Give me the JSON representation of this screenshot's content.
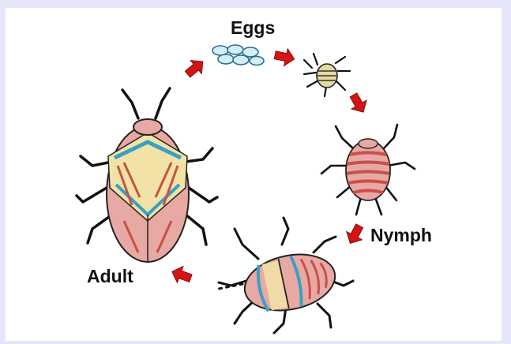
{
  "labels": {
    "eggs": "Eggs",
    "nymph": "Nymph",
    "adult": "Adult"
  },
  "stages": [
    "eggs",
    "early-nymph",
    "nymph",
    "late-nymph",
    "adult"
  ],
  "colors": {
    "background": "#e6e6fb",
    "arrow": "#d41414",
    "body_pink": "#e8a8a4",
    "stripe_red": "#c8504a",
    "accent_blue": "#3a9fc4",
    "wing_cream": "#f1e3a6",
    "leg_black": "#111111"
  }
}
